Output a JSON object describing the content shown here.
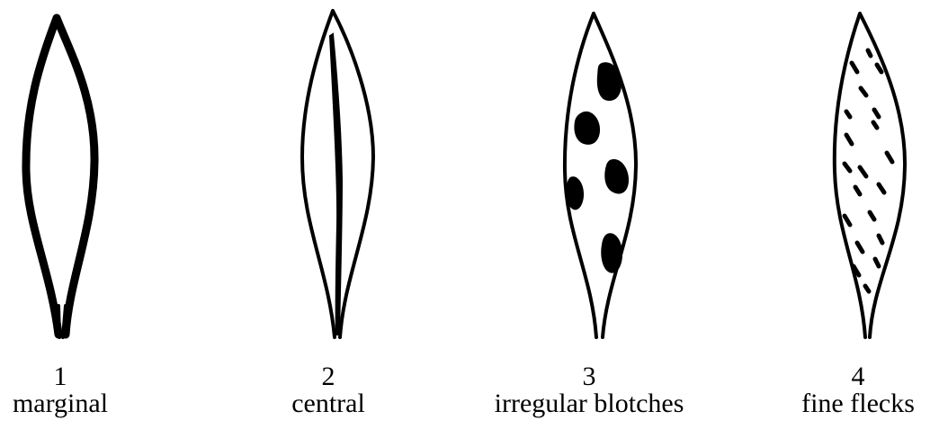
{
  "panels": [
    {
      "number": "1",
      "label": "marginal"
    },
    {
      "number": "2",
      "label": "central"
    },
    {
      "number": "3",
      "label": "irregular blotches"
    },
    {
      "number": "4",
      "label": "fine flecks"
    }
  ],
  "colors": {
    "ink": "#000000",
    "background": "#ffffff"
  }
}
